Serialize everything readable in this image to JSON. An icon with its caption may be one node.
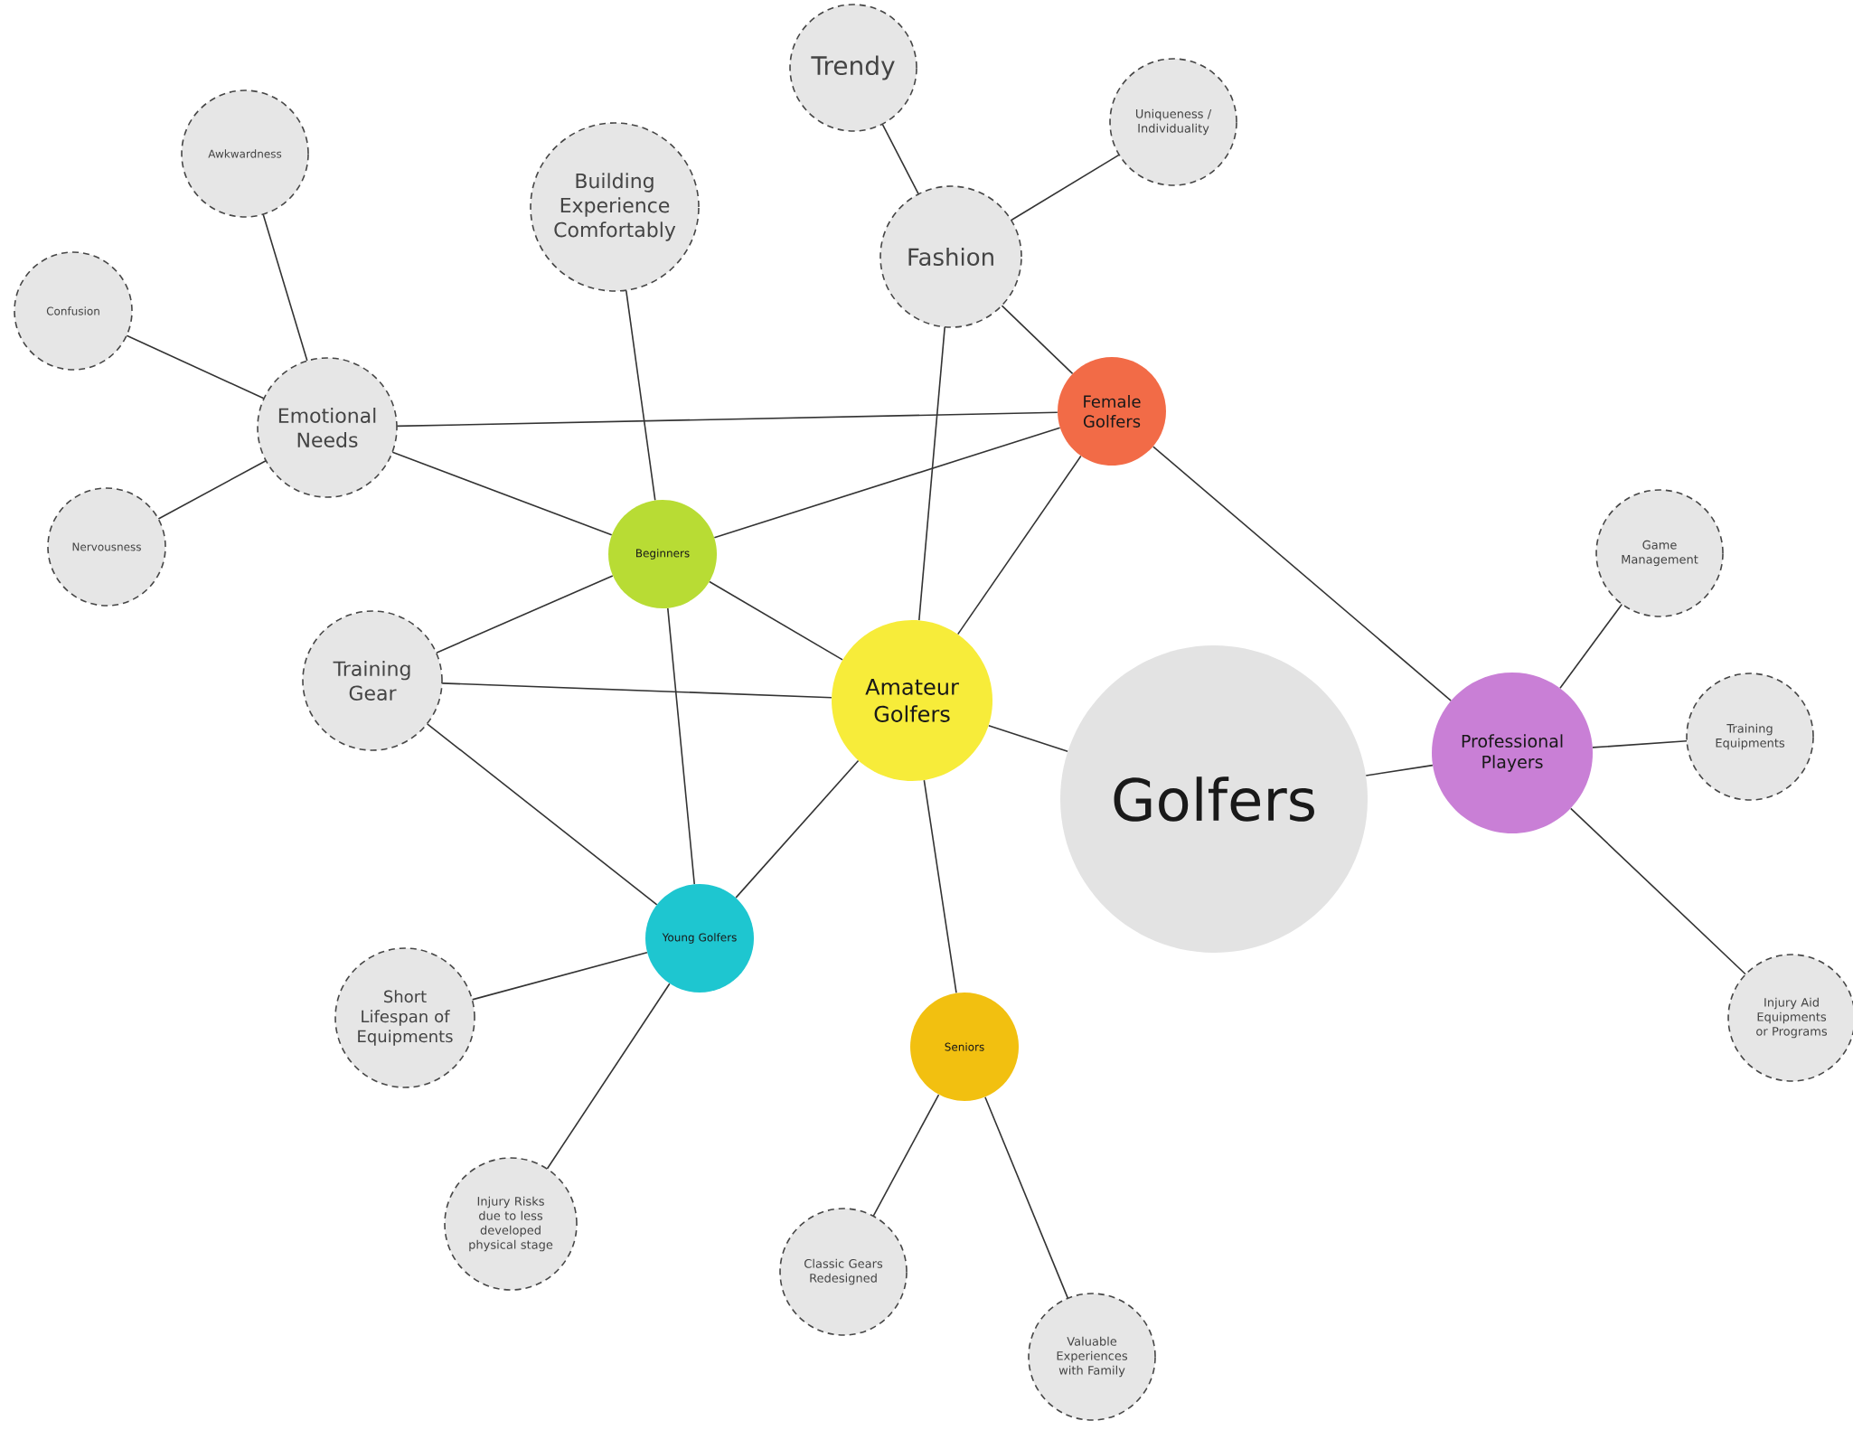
{
  "diagram": {
    "nodes": [
      {
        "text": [
          "Golfers"
        ]
      },
      {
        "text": [
          "Amateur Golfers"
        ]
      },
      {
        "text": [
          "Professional Players"
        ]
      },
      {
        "text": [
          "Female Golfers"
        ]
      },
      {
        "text": [
          "Beginners"
        ]
      },
      {
        "text": [
          "Young Golfers"
        ]
      },
      {
        "text": [
          "Seniors"
        ]
      },
      {
        "text": [
          "Fashion"
        ]
      },
      {
        "text": [
          "Trendy"
        ]
      },
      {
        "text": [
          "Uniqueness / Individuality"
        ]
      },
      {
        "text": [
          "Emotional Needs"
        ]
      },
      {
        "text": [
          "Awkwardness"
        ]
      },
      {
        "text": [
          "Confusion"
        ]
      },
      {
        "text": [
          "Nervousness"
        ]
      },
      {
        "text": [
          "Building Experience Comfortably"
        ]
      },
      {
        "text": [
          "Training Gear"
        ]
      },
      {
        "text": [
          "Short Lifespan of Equipments"
        ]
      },
      {
        "text": [
          "Injury Risks due to less developed physical stage"
        ]
      },
      {
        "text": [
          "Classic Gears Redesigned"
        ]
      },
      {
        "text": [
          "Valuable Experiences with Family"
        ]
      },
      {
        "text": [
          "Game Management"
        ]
      },
      {
        "text": [
          "Training Equipments"
        ]
      },
      {
        "text": [
          "Injury Aid Equipments or Programs"
        ]
      }
    ],
    "edges": [
      {
        "from": 0,
        "to": 1,
        "arrow": "none"
      },
      {
        "from": 0,
        "to": 2,
        "arrow": "none"
      },
      {
        "from": 1,
        "to": 3,
        "arrow": "none"
      },
      {
        "from": 1,
        "to": 4,
        "arrow": "none"
      },
      {
        "from": 1,
        "to": 5,
        "arrow": "none"
      },
      {
        "from": 1,
        "to": 6,
        "arrow": "none"
      },
      {
        "from": 1,
        "to": 7,
        "arrow": "none"
      },
      {
        "from": 1,
        "to": 15,
        "arrow": "none"
      },
      {
        "from": 2,
        "to": 3,
        "arrow": "none"
      },
      {
        "from": 2,
        "to": 20,
        "arrow": "none"
      },
      {
        "from": 2,
        "to": 21,
        "arrow": "none"
      },
      {
        "from": 2,
        "to": 22,
        "arrow": "none"
      },
      {
        "from": 3,
        "to": 7,
        "arrow": "none"
      },
      {
        "from": 3,
        "to": 10,
        "arrow": "none"
      },
      {
        "from": 3,
        "to": 4,
        "arrow": "none"
      },
      {
        "from": 7,
        "to": 8,
        "arrow": "none"
      },
      {
        "from": 7,
        "to": 9,
        "arrow": "none"
      },
      {
        "from": 10,
        "to": 11,
        "arrow": "none"
      },
      {
        "from": 10,
        "to": 12,
        "arrow": "none"
      },
      {
        "from": 10,
        "to": 13,
        "arrow": "none"
      },
      {
        "from": 10,
        "to": 4,
        "arrow": "none"
      },
      {
        "from": 4,
        "to": 14,
        "arrow": "none"
      },
      {
        "from": 4,
        "to": 15,
        "arrow": "none"
      },
      {
        "from": 4,
        "to": 5,
        "arrow": "none"
      },
      {
        "from": 15,
        "to": 5,
        "arrow": "none"
      },
      {
        "from": 5,
        "to": 16,
        "arrow": "none"
      },
      {
        "from": 5,
        "to": 17,
        "arrow": "none"
      },
      {
        "from": 6,
        "to": 18,
        "arrow": "none"
      },
      {
        "from": 6,
        "to": 19,
        "arrow": "none"
      }
    ]
  }
}
